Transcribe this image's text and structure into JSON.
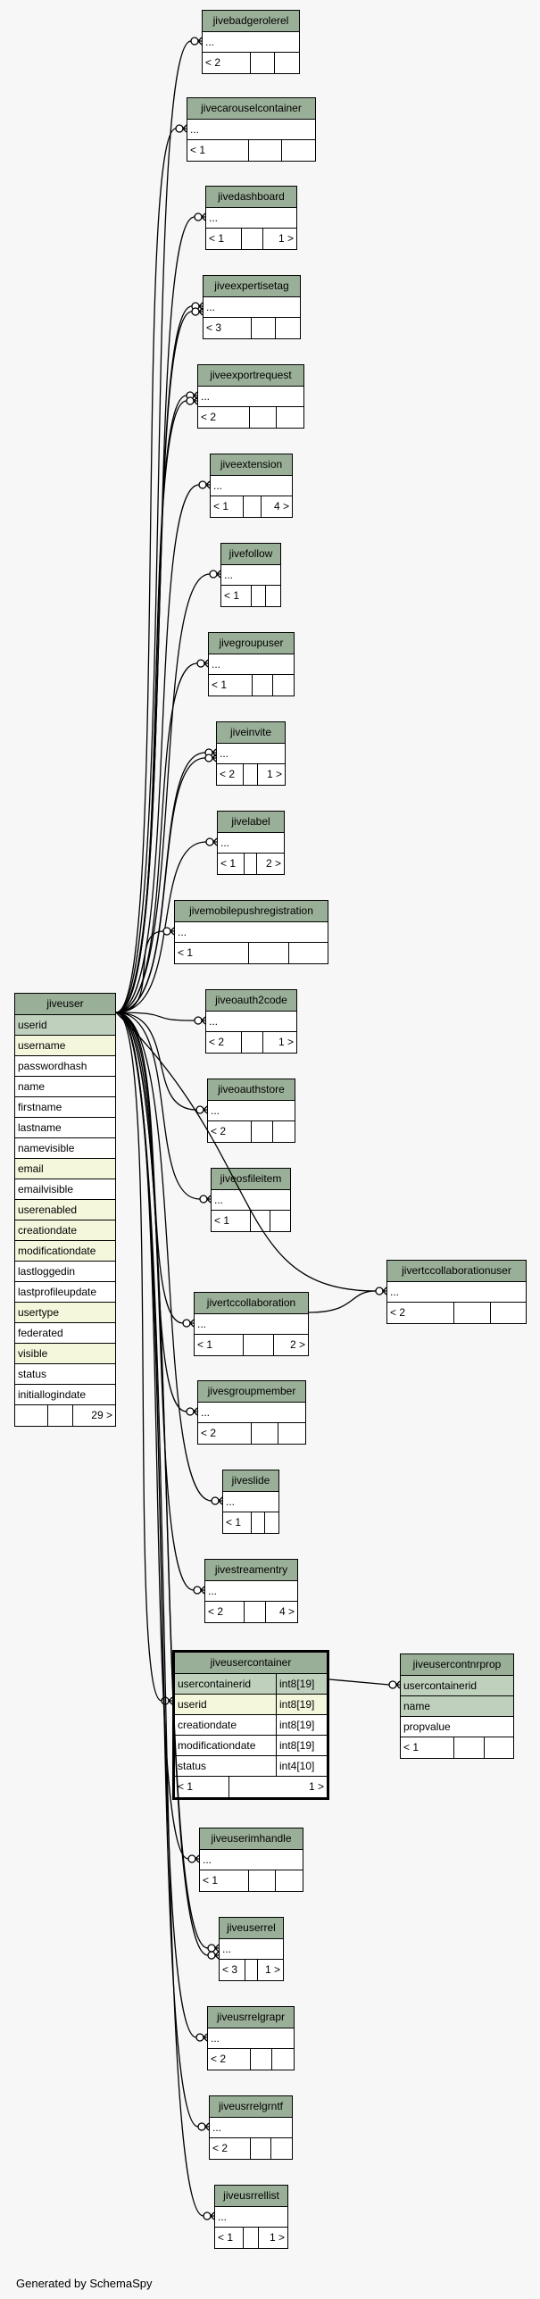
{
  "generated_by": "Generated by SchemaSpy",
  "tables": [
    {
      "id": "jivebadgerolerel",
      "name": "jivebadgerolerel",
      "rows": [
        "..."
      ],
      "footer": [
        "< 2",
        "",
        ""
      ]
    },
    {
      "id": "jivecarouselcontainer",
      "name": "jivecarouselcontainer",
      "rows": [
        "..."
      ],
      "footer": [
        "< 1",
        "",
        ""
      ]
    },
    {
      "id": "jivedashboard",
      "name": "jivedashboard",
      "rows": [
        "..."
      ],
      "footer": [
        "< 1",
        "",
        "1 >"
      ]
    },
    {
      "id": "jiveexpertisetag",
      "name": "jiveexpertisetag",
      "rows": [
        "..."
      ],
      "footer": [
        "< 3",
        "",
        ""
      ]
    },
    {
      "id": "jiveexportrequest",
      "name": "jiveexportrequest",
      "rows": [
        "..."
      ],
      "footer": [
        "< 2",
        "",
        ""
      ]
    },
    {
      "id": "jiveextension",
      "name": "jiveextension",
      "rows": [
        "..."
      ],
      "footer": [
        "< 1",
        "",
        "4 >"
      ]
    },
    {
      "id": "jivefollow",
      "name": "jivefollow",
      "rows": [
        "..."
      ],
      "footer": [
        "< 1",
        "",
        ""
      ]
    },
    {
      "id": "jivegroupuser",
      "name": "jivegroupuser",
      "rows": [
        "..."
      ],
      "footer": [
        "< 1",
        "",
        ""
      ]
    },
    {
      "id": "jiveinvite",
      "name": "jiveinvite",
      "rows": [
        "..."
      ],
      "footer": [
        "< 2",
        "",
        "1 >"
      ]
    },
    {
      "id": "jivelabel",
      "name": "jivelabel",
      "rows": [
        "..."
      ],
      "footer": [
        "< 1",
        "",
        "2 >"
      ]
    },
    {
      "id": "jivemobilepushregistration",
      "name": "jivemobilepushregistration",
      "rows": [
        "..."
      ],
      "footer": [
        "< 1",
        "",
        ""
      ]
    },
    {
      "id": "jiveoauth2code",
      "name": "jiveoauth2code",
      "rows": [
        "..."
      ],
      "footer": [
        "< 2",
        "",
        "1 >"
      ]
    },
    {
      "id": "jiveoauthstore",
      "name": "jiveoauthstore",
      "rows": [
        "..."
      ],
      "footer": [
        "< 2",
        "",
        ""
      ]
    },
    {
      "id": "jiveosfileitem",
      "name": "jiveosfileitem",
      "rows": [
        "..."
      ],
      "footer": [
        "< 1",
        "",
        ""
      ]
    },
    {
      "id": "jivertccollaborationuser",
      "name": "jivertccollaborationuser",
      "rows": [
        "..."
      ],
      "footer": [
        "< 2",
        "",
        ""
      ]
    },
    {
      "id": "jivertccollaboration",
      "name": "jivertccollaboration",
      "rows": [
        "..."
      ],
      "footer": [
        "< 1",
        "",
        "2 >"
      ]
    },
    {
      "id": "jivesgroupmember",
      "name": "jivesgroupmember",
      "rows": [
        "..."
      ],
      "footer": [
        "< 2",
        "",
        ""
      ]
    },
    {
      "id": "jiveslide",
      "name": "jiveslide",
      "rows": [
        "..."
      ],
      "footer": [
        "< 1",
        "",
        ""
      ]
    },
    {
      "id": "jivestreamentry",
      "name": "jivestreamentry",
      "rows": [
        "..."
      ],
      "footer": [
        "< 2",
        "",
        "4 >"
      ]
    },
    {
      "id": "jiveusercontnrprop",
      "name": "jiveusercontnrprop",
      "rows": [
        "usercontainerid",
        "name",
        "propvalue"
      ],
      "footer": [
        "< 1",
        "",
        ""
      ]
    },
    {
      "id": "jiveuserimhandle",
      "name": "jiveuserimhandle",
      "rows": [
        "..."
      ],
      "footer": [
        "< 1",
        "",
        ""
      ]
    },
    {
      "id": "jiveuserrel",
      "name": "jiveuserrel",
      "rows": [
        "..."
      ],
      "footer": [
        "< 3",
        "",
        "1 >"
      ]
    },
    {
      "id": "jiveusrrelgrapr",
      "name": "jiveusrrelgrapr",
      "rows": [
        "..."
      ],
      "footer": [
        "< 2",
        "",
        ""
      ]
    },
    {
      "id": "jiveusrrelgrntf",
      "name": "jiveusrrelgrntf",
      "rows": [
        "..."
      ],
      "footer": [
        "< 2",
        "",
        ""
      ]
    },
    {
      "id": "jiveusrrellist",
      "name": "jiveusrrellist",
      "rows": [
        "..."
      ],
      "footer": [
        "< 1",
        "",
        "1 >"
      ]
    }
  ],
  "jiveuser": {
    "name": "jiveuser",
    "columns": [
      "userid",
      "username",
      "passwordhash",
      "name",
      "firstname",
      "lastname",
      "namevisible",
      "email",
      "emailvisible",
      "userenabled",
      "creationdate",
      "modificationdate",
      "lastloggedin",
      "lastprofileupdate",
      "usertype",
      "federated",
      "visible",
      "status",
      "initiallogindate"
    ],
    "footer": [
      "",
      "",
      "29 >"
    ]
  },
  "jiveusercontainer": {
    "name": "jiveusercontainer",
    "columns": [
      {
        "name": "usercontainerid",
        "type": "int8[19]"
      },
      {
        "name": "userid",
        "type": "int8[19]"
      },
      {
        "name": "creationdate",
        "type": "int8[19]"
      },
      {
        "name": "modificationdate",
        "type": "int8[19]"
      },
      {
        "name": "status",
        "type": "int4[10]"
      }
    ],
    "footer": [
      "< 1",
      "1 >"
    ]
  },
  "colors": {
    "header": "#9aaf97",
    "primary_key": "#bfd1bd",
    "indexed": "#f4f7dc",
    "background": "#f7f7f7"
  }
}
